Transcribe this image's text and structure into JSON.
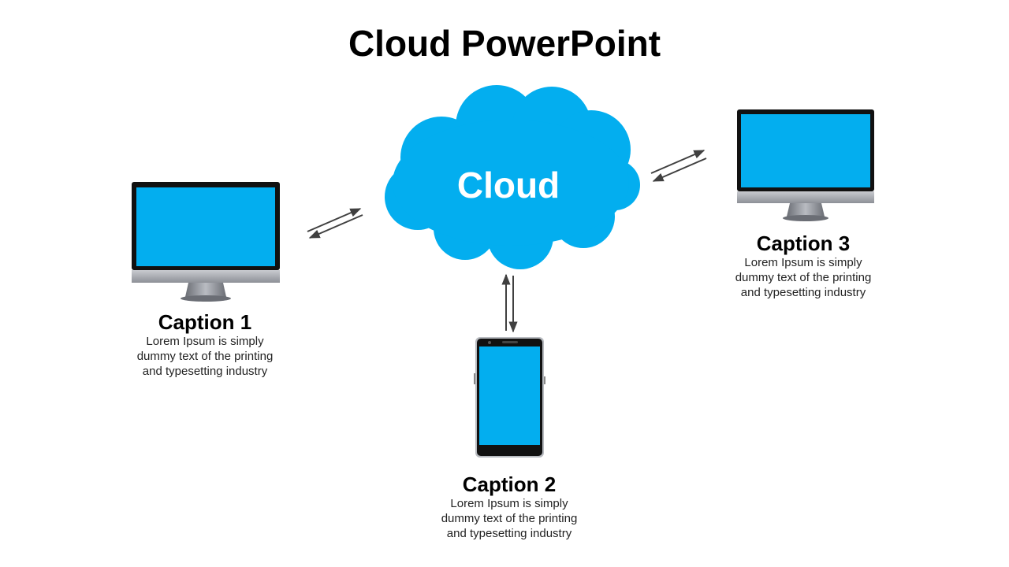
{
  "title": "Cloud PowerPoint",
  "cloud": {
    "label": "Cloud",
    "color": "#03AEEF"
  },
  "devices": [
    {
      "caption": "Caption 1",
      "text_lines": [
        "Lorem Ipsum  is simply",
        "dummy  text of the printing",
        "and typesetting  industry"
      ],
      "icon": "desktop-monitor-icon"
    },
    {
      "caption": "Caption 2",
      "text_lines": [
        "Lorem Ipsum  is simply",
        "dummy  text of the printing",
        "and typesetting  industry"
      ],
      "icon": "smartphone-icon"
    },
    {
      "caption": "Caption 3",
      "text_lines": [
        "Lorem Ipsum  is simply",
        "dummy  text of the printing",
        "and typesetting  industry"
      ],
      "icon": "desktop-monitor-icon"
    }
  ],
  "colors": {
    "screen": "#03AEEF",
    "arrow": "#404040",
    "bezel": "#111111",
    "stand": "#8a8d94"
  }
}
